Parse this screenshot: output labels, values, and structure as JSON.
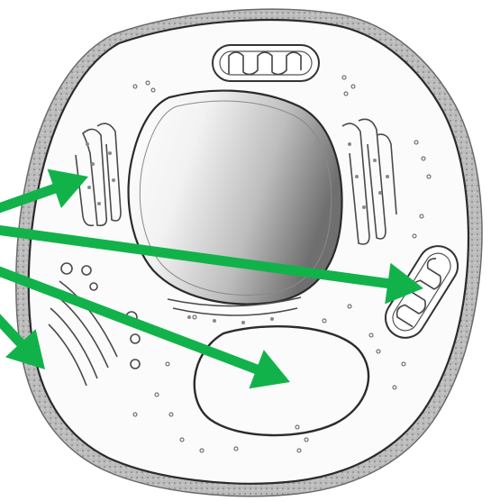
{
  "diagram": {
    "type": "cell-diagram",
    "structures": [
      "cell-wall",
      "cell-membrane",
      "nucleus",
      "rough-endoplasmic-reticulum",
      "golgi-apparatus",
      "mitochondrion",
      "vacuole",
      "ribosomes"
    ],
    "arrow_count": 4,
    "colors": {
      "arrow": "#12b24a",
      "outline": "#2b2b2b",
      "wall_fill": "#b9b9b9",
      "cytoplasm": "#fbfbfb",
      "nucleus_light": "#ffffff",
      "nucleus_dark": "#6f6f6f"
    }
  }
}
